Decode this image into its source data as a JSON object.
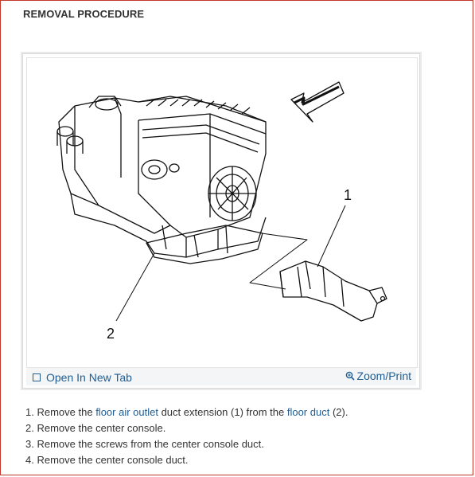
{
  "heading": "REMOVAL PROCEDURE",
  "figure": {
    "callout_1": "1",
    "callout_2": "2",
    "open_tab_label": "Open In New Tab",
    "zoom_label": "Zoom/Print"
  },
  "steps": [
    {
      "number": "1.",
      "pre": "Remove the",
      "link1": "floor air outlet",
      "mid": "duct extension (1) from the",
      "link2": "floor duct",
      "post": "(2)."
    },
    {
      "number": "2.",
      "text": "Remove the center console."
    },
    {
      "number": "3.",
      "text": "Remove the screws from the center console duct."
    },
    {
      "number": "4.",
      "text": "Remove the center console duct."
    }
  ],
  "colors": {
    "link": "#1f5d93",
    "frame_border": "#c0392b",
    "toolbar_bg": "#f3f5f7"
  },
  "icons": [
    "open-in-new-tab-icon",
    "zoom-magnifier-icon",
    "direction-arrow-icon"
  ]
}
